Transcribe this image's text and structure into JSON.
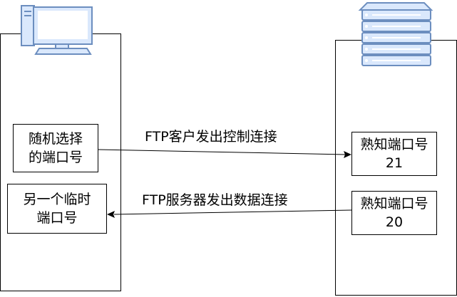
{
  "client": {
    "icon": "desktop-computer-icon",
    "port_random": {
      "line1": "随机选择",
      "line2": "的端口号"
    },
    "port_temp": {
      "line1": "另一个临时",
      "line2": "端口号"
    }
  },
  "server": {
    "icon": "server-rack-icon",
    "port_control": {
      "line1": "熟知端口号",
      "line2": "21"
    },
    "port_data": {
      "line1": "熟知端口号",
      "line2": "20"
    }
  },
  "connections": {
    "control": "FTP客户发出控制连接",
    "data": "FTP服务器发出数据连接"
  },
  "colors": {
    "icon_fill": "#dae8fc",
    "icon_stroke": "#6c8ebf",
    "line": "#000000"
  }
}
